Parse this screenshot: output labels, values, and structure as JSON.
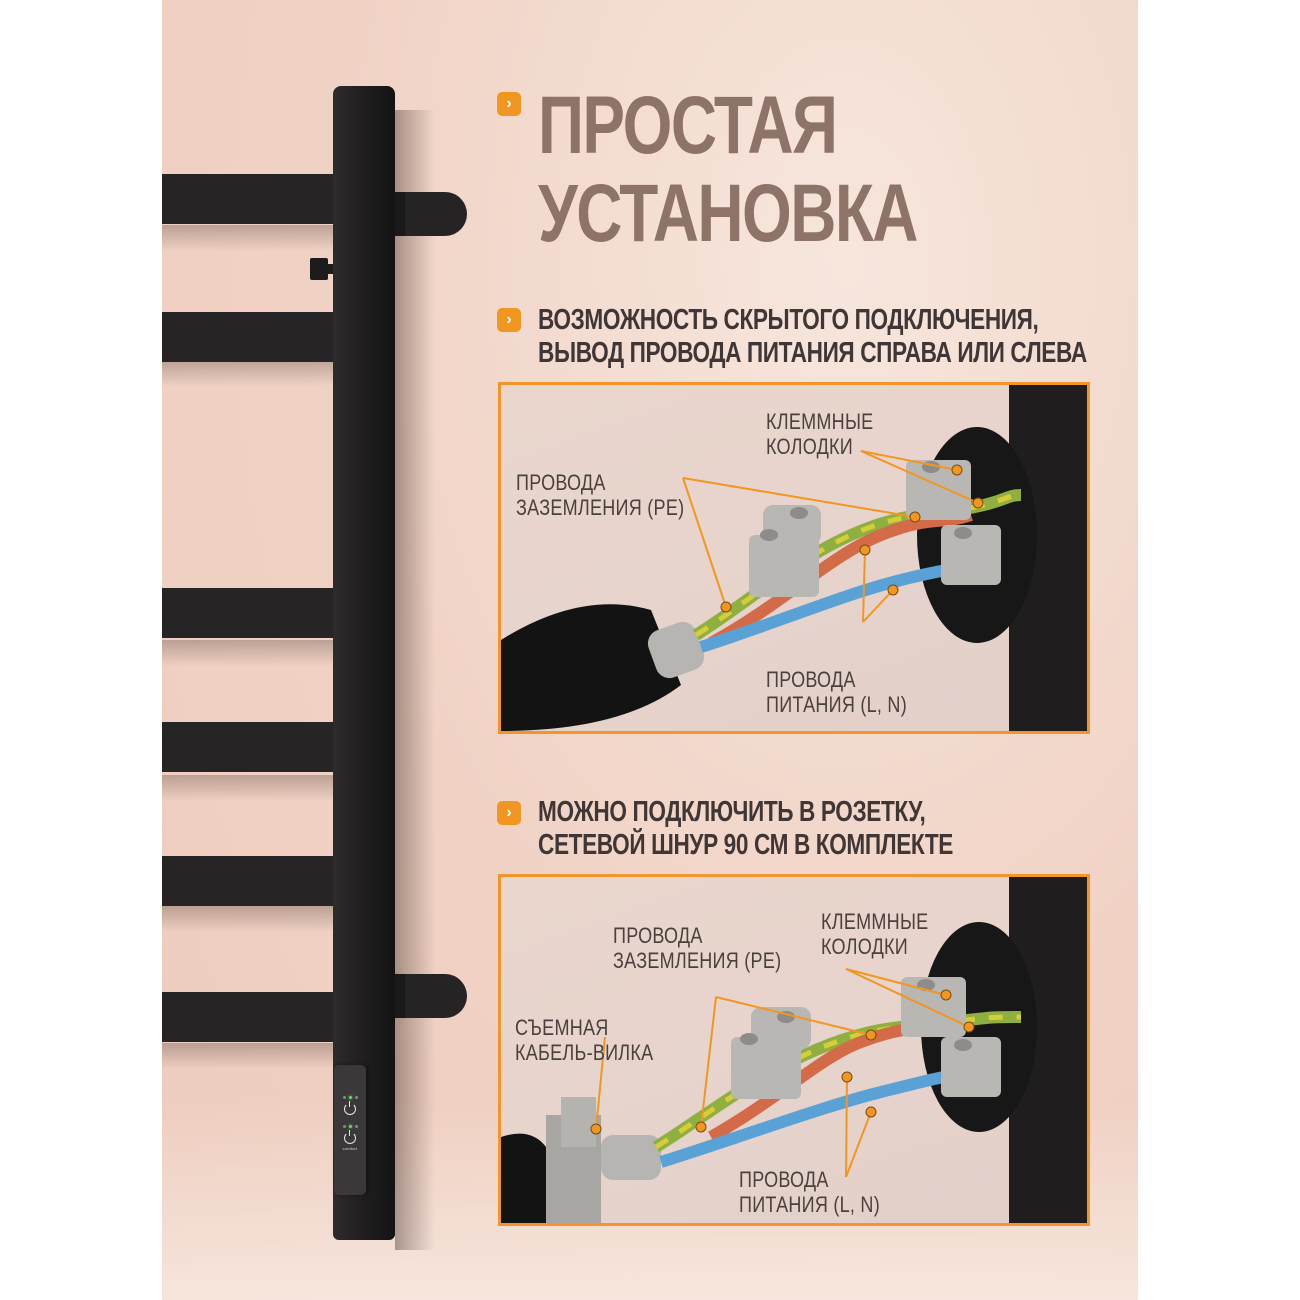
{
  "title": {
    "line1": "ПРОСТАЯ",
    "line2": "УСТАНОВКА"
  },
  "colors": {
    "accent": "#f29622",
    "title": "#8e7468",
    "subhead": "#403636",
    "rail": "#262424",
    "background": "#f0d2c4"
  },
  "sections": [
    {
      "icon": "chevron-right-icon",
      "heading_line1": "ВОЗМОЖНОСТЬ СКРЫТОГО ПОДКЛЮЧЕНИЯ,",
      "heading_line2": "ВЫВОД ПРОВОДА ПИТАНИЯ СПРАВА ИЛИ СЛЕВА",
      "callouts": {
        "terminals_l1": "КЛЕММНЫЕ",
        "terminals_l2": "КОЛОДКИ",
        "ground_l1": "ПРОВОДА",
        "ground_l2": "ЗАЗЕМЛЕНИЯ (PE)",
        "power_l1": "ПРОВОДА",
        "power_l2": "ПИТАНИЯ (L, N)"
      }
    },
    {
      "icon": "chevron-right-icon",
      "heading_line1": "МОЖНО ПОДКЛЮЧИТЬ В РОЗЕТКУ,",
      "heading_line2": "СЕТЕВОЙ ШНУР 90 СМ В КОМПЛЕКТЕ",
      "callouts": {
        "terminals_l1": "КЛЕММНЫЕ",
        "terminals_l2": "КОЛОДКИ",
        "ground_l1": "ПРОВОДА",
        "ground_l2": "ЗАЗЕМЛЕНИЯ (PE)",
        "plug_l1": "СЪЕМНАЯ",
        "plug_l2": "КАБЕЛЬ-ВИЛКА",
        "power_l1": "ПРОВОДА",
        "power_l2": "ПИТАНИЯ (L, N)"
      }
    }
  ],
  "chevron_glyph": "›",
  "control_panel": {
    "label": "сomfort"
  }
}
